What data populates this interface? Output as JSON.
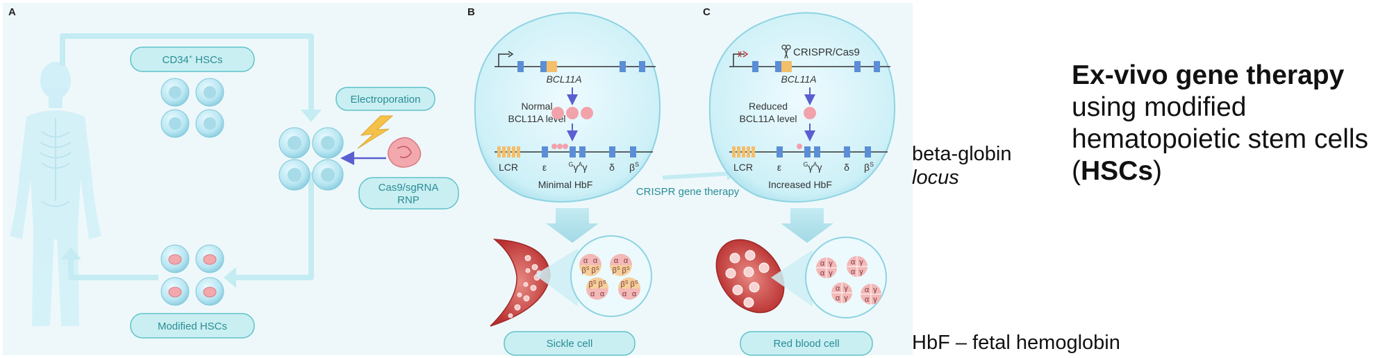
{
  "panels": {
    "a": "A",
    "b": "B",
    "c": "C"
  },
  "panel_a": {
    "cd34_label": "CD34",
    "cd34_sup": "+",
    "cd34_suffix": " HSCs",
    "electroporation": "Electroporation",
    "rnp_line1": "Cas9/sgRNA",
    "rnp_line2": "RNP",
    "modified": "Modified HSCs"
  },
  "panel_b": {
    "gene": "BCL11A",
    "level_line1": "Normal",
    "level_line2": "BCL11A level",
    "lcr": "LCR",
    "epsilon": "ε",
    "gamma_g": "γ",
    "gamma_g_sup": "G",
    "gamma_a": "γ",
    "gamma_a_sup": "A",
    "delta": "δ",
    "beta": "β",
    "beta_sup": "S",
    "result": "Minimal HbF",
    "cell": "Sickle cell"
  },
  "arrow_label": "CRISPR gene therapy",
  "panel_c": {
    "tool": "CRISPR/Cas9",
    "gene": "BCL11A",
    "level_line1": "Reduced",
    "level_line2": "BCL11A level",
    "lcr": "LCR",
    "epsilon": "ε",
    "gamma_g": "γ",
    "gamma_g_sup": "G",
    "gamma_a": "γ",
    "gamma_a_sup": "A",
    "delta": "δ",
    "beta": "β",
    "beta_sup": "S",
    "result": "Increased HbF",
    "cell": "Red blood cell"
  },
  "hb_chains": {
    "alpha": "α",
    "beta": "β",
    "beta_sup": "S",
    "gamma": "γ"
  },
  "side_text": {
    "title_bold": "Ex-vivo gene therapy",
    "title_line2": "using modified",
    "title_line3": "hematopoietic stem cells",
    "title_open": "(",
    "title_abbr": "HSCs",
    "title_close": ")",
    "locus_line1": "beta-globin",
    "locus_line2": "locus",
    "hbf_note": "HbF – fetal hemoglobin"
  },
  "colors": {
    "background": "#eaf6f9",
    "teal_text": "#2a8c95",
    "pill_fill": "#c9eff2",
    "pill_stroke": "#5fc2c9",
    "cell_fill": "#bfe9f4",
    "flow_arrow": "#c4ecf2",
    "gene_box": "#5b8ed6",
    "bcl11a_box": "#f3bf6a",
    "protein": "#f2a2aa",
    "purple_arrow": "#5a5fd0",
    "rbc": "#c9423f"
  }
}
